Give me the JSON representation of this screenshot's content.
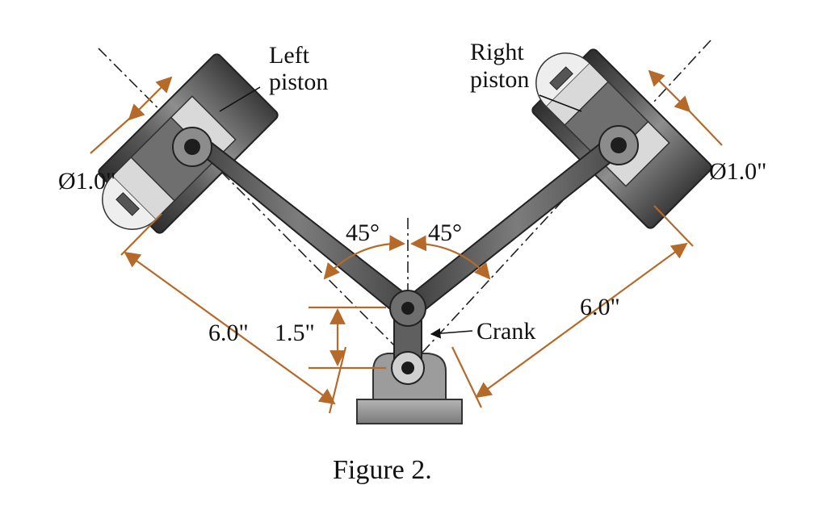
{
  "labels": {
    "left_piston_line1": "Left",
    "left_piston_line2": "piston",
    "right_piston_line1": "Right",
    "right_piston_line2": "piston",
    "left_bore_dim": "Ø1.0\"",
    "right_bore_dim": "Ø1.0\"",
    "left_angle": "45°",
    "right_angle": "45°",
    "left_rod_length": "6.0\"",
    "right_rod_length": "6.0\"",
    "crank_length": "1.5\"",
    "crank": "Crank"
  },
  "caption": "Figure 2.",
  "colors": {
    "cylinder_dark": "#3d3d3d",
    "cylinder_light": "#8a8a8a",
    "dimension_line": "#b56a2a",
    "base": "#9a9a9a"
  }
}
